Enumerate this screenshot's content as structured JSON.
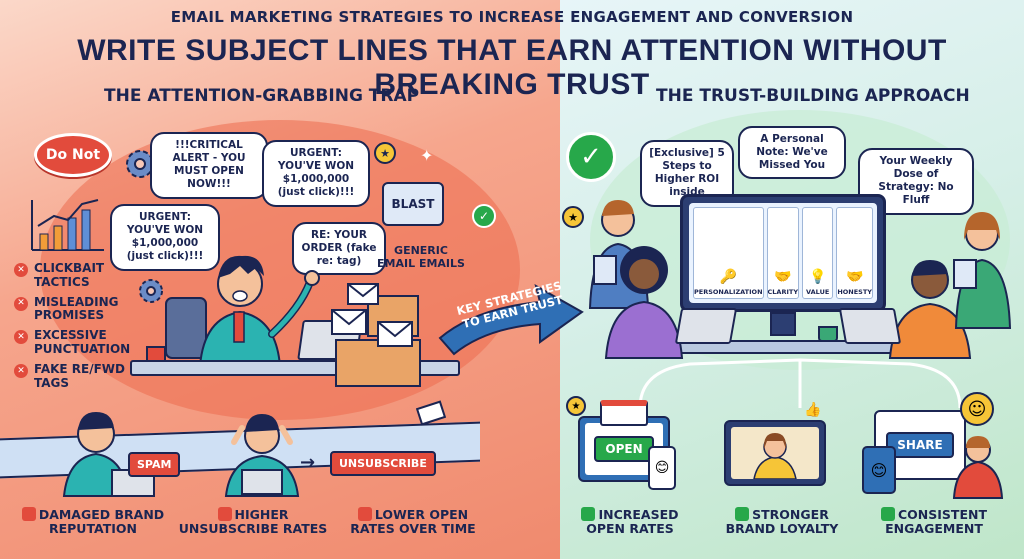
{
  "header": {
    "subtitle": "EMAIL MARKETING STRATEGIES TO INCREASE ENGAGEMENT AND CONVERSION",
    "title": "WRITE SUBJECT LINES THAT EARN ATTENTION WITHOUT BREAKING TRUST"
  },
  "left": {
    "heading": "THE ATTENTION-GRABBING TRAP",
    "badge": "Do Not",
    "bubbles": {
      "critical": "!!!CRITICAL ALERT - YOU MUST OPEN NOW!!!",
      "urgent_top": "URGENT: YOU'VE WON $1,000,000 (just click)!!!",
      "urgent_left": "URGENT: YOU'VE WON $1,000,000 (just click)!!!",
      "order": "RE: YOUR ORDER (fake re: tag)"
    },
    "blast_label": "BLAST",
    "generic_label": "GENERIC EMAIL EMAILS",
    "pitfalls": [
      "CLICKBAIT TACTICS",
      "MISLEADING PROMISES",
      "EXCESSIVE PUNCTUATION",
      "FAKE RE/FWD TAGS"
    ],
    "tags": {
      "spam": "SPAM",
      "unsubscribe": "UNSUBSCRIBE"
    },
    "outcomes": [
      "DAMAGED BRAND REPUTATION",
      "HIGHER UNSUBSCRIBE RATES",
      "LOWER OPEN RATES OVER TIME"
    ]
  },
  "arrow_label": "KEY STRATEGIES TO EARN TRUST",
  "right": {
    "heading": "THE TRUST-BUILDING APPROACH",
    "bubbles": {
      "exclusive": "[Exclusive] 5 Steps to Higher ROI inside",
      "personal": "A Personal Note: We've Missed You",
      "weekly": "Your Weekly Dose of Strategy: No Fluff"
    },
    "screen_tiles": [
      "PERSONALIZATION",
      "CLARITY",
      "VALUE",
      "HONESTY"
    ],
    "pills": {
      "open": "OPEN",
      "share": "SHARE"
    },
    "outcomes": [
      "INCREASED OPEN RATES",
      "STRONGER BRAND LOYALTY",
      "CONSISTENT ENGAGEMENT"
    ]
  },
  "colors": {
    "navy": "#1b2552",
    "red": "#e24b3c",
    "green": "#27a84a",
    "orange": "#ec6b4f",
    "blue": "#2f6fb5"
  },
  "icons": {
    "dislike": "thumbs-down-icon",
    "like": "thumbs-up-icon",
    "check": "check-icon",
    "cross": "cross-icon"
  }
}
